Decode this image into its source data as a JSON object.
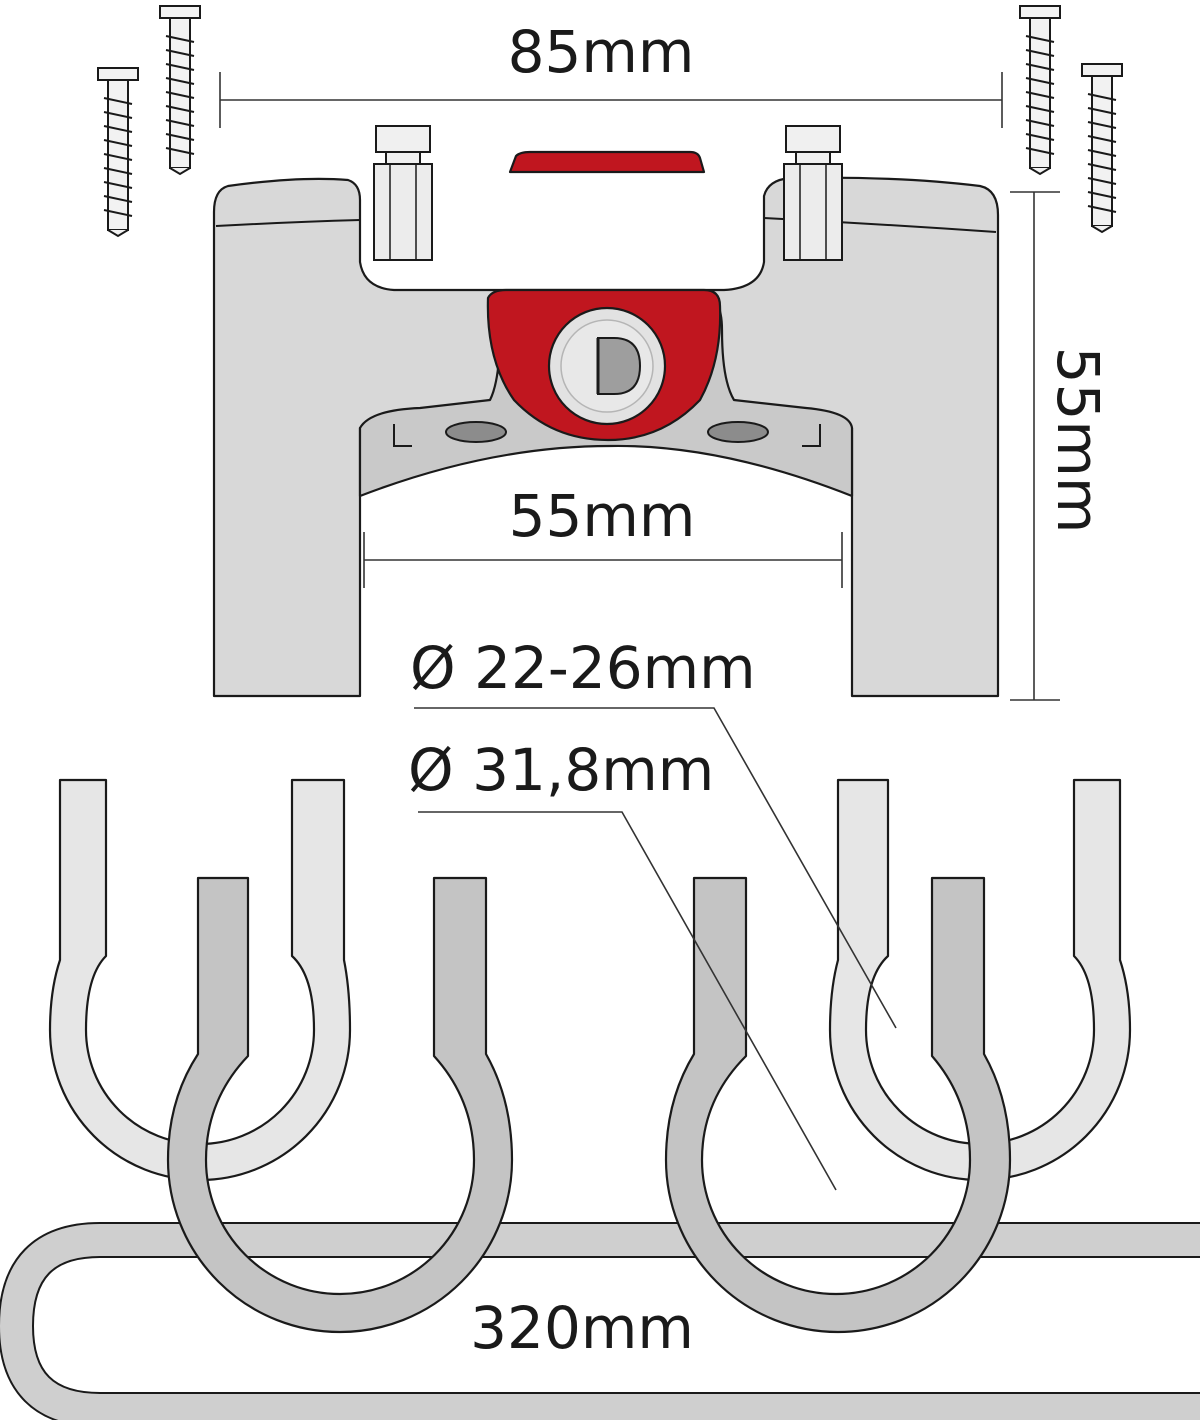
{
  "dimensions": {
    "top_width": "85mm",
    "height": "55mm",
    "inner_width": "55mm",
    "diameter_small": "Ø 22-26mm",
    "diameter_large": "Ø 31,8mm",
    "cable_length": "320mm"
  },
  "colors": {
    "body": "#d8d8d8",
    "accent_red": "#c0161f",
    "lock_face": "#e2e2e2",
    "clamp_light": "#e6e6e6",
    "clamp_dark": "#c4c4c4",
    "cable": "#cfcfcf",
    "outline": "#1a1a1a"
  }
}
